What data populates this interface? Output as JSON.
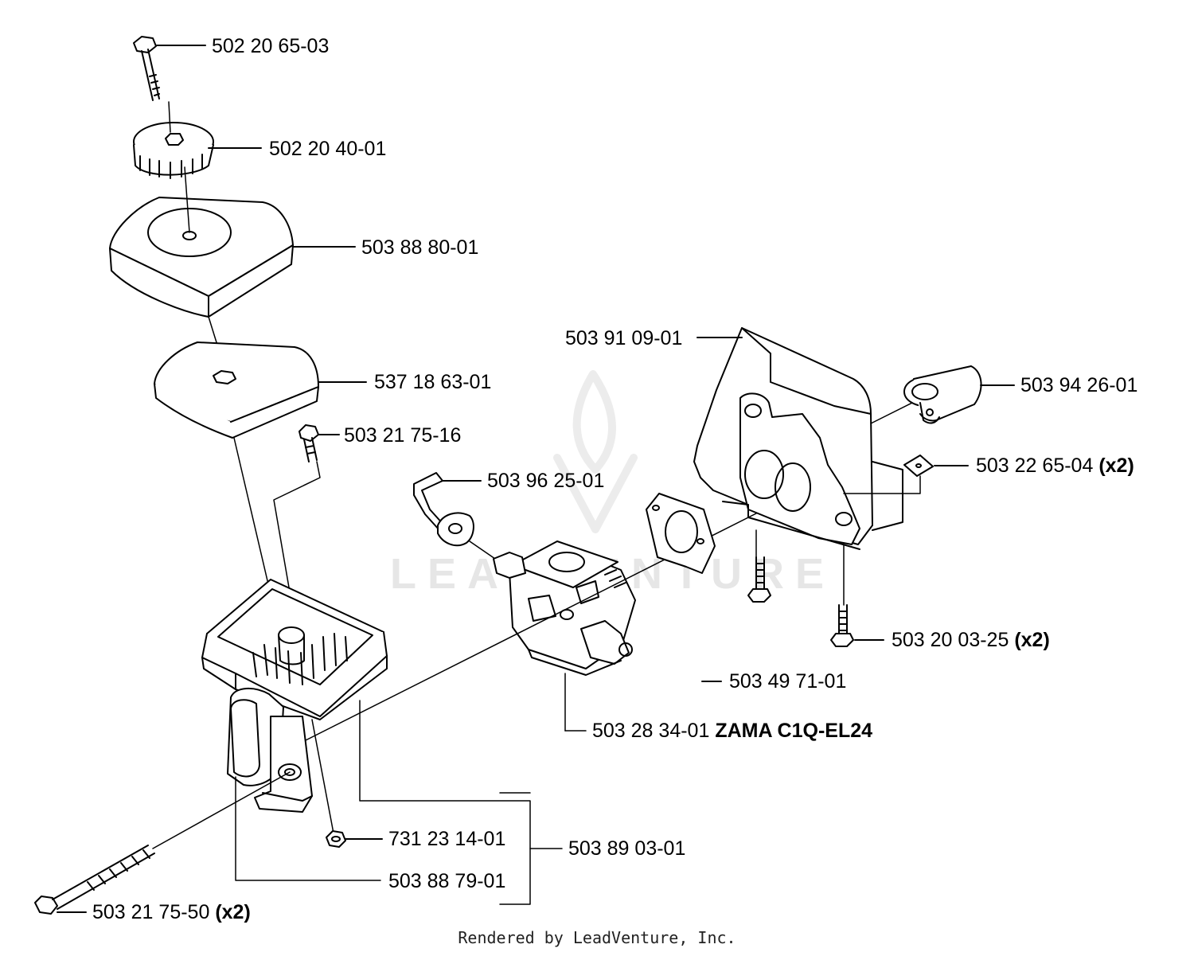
{
  "watermark": "LEADVENTURE",
  "footer": "Rendered by LeadVenture, Inc.",
  "labels": {
    "p1": "502 20 65-03",
    "p2": "502 20 40-01",
    "p3": "503 88 80-01",
    "p4": "537 18 63-01",
    "p5": "503 21 75-16",
    "p6": "503 91 09-01",
    "p7": "503 94 26-01",
    "p8": "503 96 25-01",
    "p9": "503 22 65-04",
    "p9q": "(x2)",
    "p10": "503 20 03-25",
    "p10q": "(x2)",
    "p11": "503 49 71-01",
    "p12": "503 28 34-01",
    "p12note": "ZAMA C1Q-EL24",
    "p13": "731 23 14-01",
    "p14": "503 89 03-01",
    "p15": "503 88 79-01",
    "p16": "503 21 75-50",
    "p16q": "(x2)"
  }
}
